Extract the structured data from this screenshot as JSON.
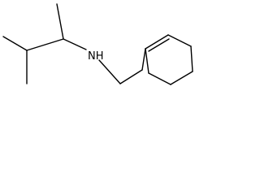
{
  "molecule": {
    "atoms": [
      {
        "id": "n1",
        "symbol": "N",
        "label": "NH"
      }
    ],
    "bond_color": "#000000"
  }
}
